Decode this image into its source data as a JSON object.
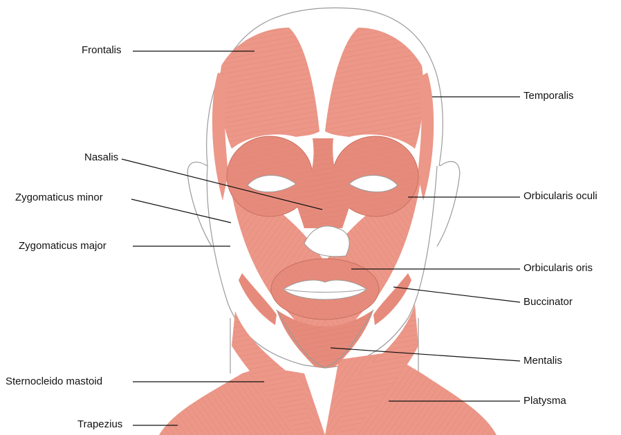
{
  "colors": {
    "muscle": "#EC9788",
    "muscle_dark": "#D4796A",
    "fiber": "#C8705F",
    "outline": "#9a9a9a",
    "leader": "#111111"
  },
  "labels": {
    "frontalis": "Frontalis",
    "temporalis": "Temporalis",
    "nasalis": "Nasalis",
    "zygomaticus_minor": "Zygomaticus minor",
    "zygomaticus_major": "Zygomaticus major",
    "orbicularis_oculi": "Orbicularis oculi",
    "orbicularis_oris": "Orbicularis oris",
    "buccinator": "Buccinator",
    "mentalis": "Mentalis",
    "sternocleido_mastoid": "Sternocleido mastoid",
    "platysma": "Platysma",
    "trapezius": "Trapezius"
  }
}
